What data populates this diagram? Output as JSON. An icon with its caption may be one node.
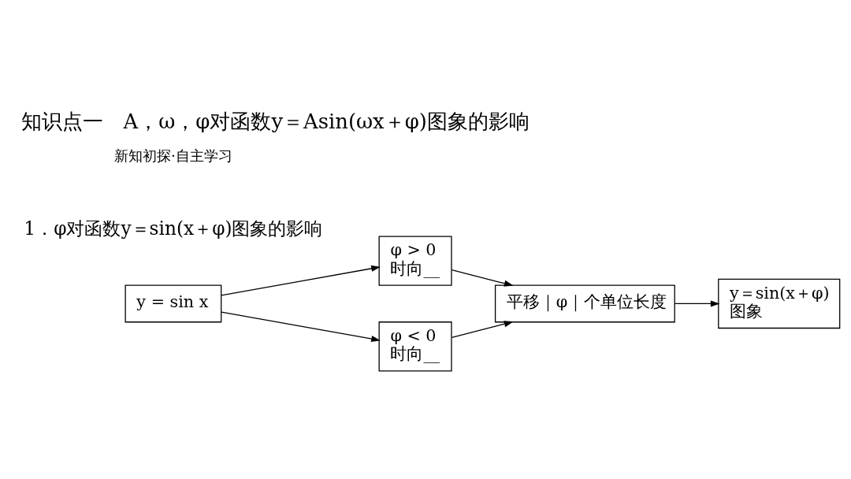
{
  "diagram": {
    "title": "知识点一　A，ω，φ对函数y＝Asin(ωx＋φ)图象的影响",
    "nodes": [
      {
        "text": [
          "y = sin x"
        ]
      },
      {
        "text": [
          "φ > 0",
          "时向__"
        ]
      },
      {
        "text": [
          "φ < 0",
          "时向__"
        ]
      },
      {
        "text": [
          "平移｜φ｜个单位长度"
        ]
      },
      {
        "text": [
          "y＝sin(x＋φ)",
          "图象"
        ]
      }
    ],
    "edges": [
      {
        "from": 0,
        "to": 1,
        "arrow": "to"
      },
      {
        "from": 0,
        "to": 2,
        "arrow": "to"
      },
      {
        "from": 1,
        "to": 3,
        "arrow": "to"
      },
      {
        "from": 2,
        "to": 3,
        "arrow": "to"
      },
      {
        "from": 3,
        "to": 4,
        "arrow": "to"
      }
    ],
    "labels": [
      "新知初探·自主学习",
      "1．φ对函数y＝sin(x＋φ)图象的影响"
    ]
  }
}
